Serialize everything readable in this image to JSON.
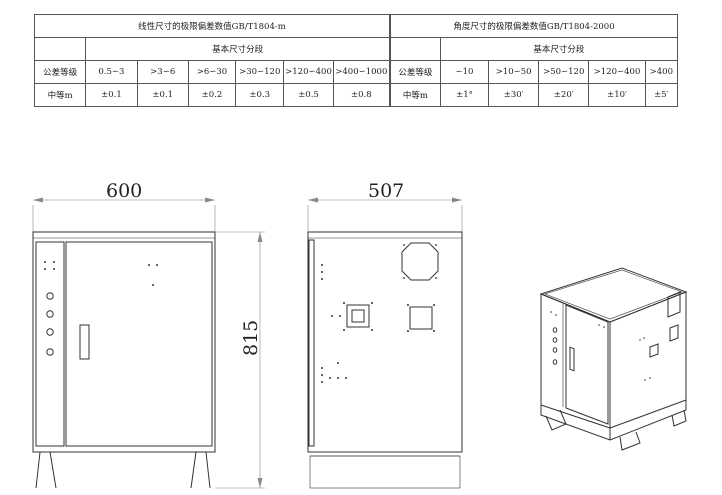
{
  "linear_table": {
    "title": "线性尺寸的极限偏差数值GB/T1804-m",
    "segment_label": "基本尺寸分段",
    "grade_label": "公差等级",
    "ranges": [
      "0.5∽3",
      ">3∽6",
      ">6∽30",
      ">30∽120",
      ">120∽400",
      ">400∽1000"
    ],
    "row_label": "中等m",
    "values": [
      "±0.1",
      "±0.1",
      "±0.2",
      "±0.3",
      "±0.5",
      "±0.8"
    ]
  },
  "angular_table": {
    "title": "角度尺寸的极限偏差数值GB/T1804-2000",
    "segment_label": "基本尺寸分段",
    "grade_label": "公差等级",
    "ranges": [
      "∽10",
      ">10∽50",
      ">50∽120",
      ">120∽400",
      ">400"
    ],
    "row_label": "中等m",
    "values": [
      "±1°",
      "±30′",
      "±20′",
      "±10′",
      "±5′"
    ]
  },
  "dimensions": {
    "width": "600",
    "depth": "507",
    "height": "815"
  }
}
